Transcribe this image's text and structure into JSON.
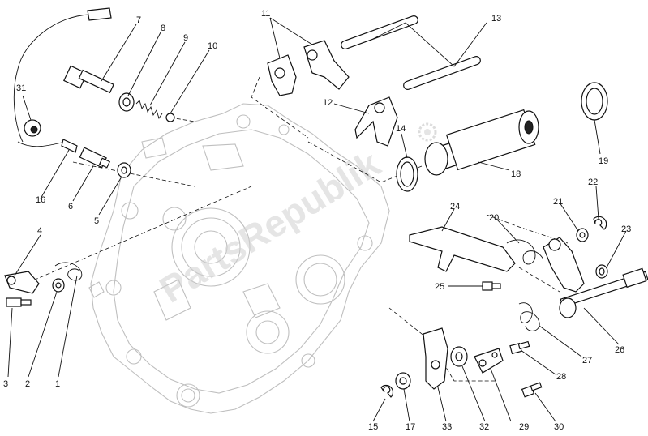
{
  "diagram": {
    "watermark": "PartsRepublik",
    "callouts": [
      {
        "id": "c1",
        "text": "1"
      },
      {
        "id": "c2",
        "text": "2"
      },
      {
        "id": "c3",
        "text": "3"
      },
      {
        "id": "c4",
        "text": "4"
      },
      {
        "id": "c5",
        "text": "5"
      },
      {
        "id": "c6",
        "text": "6"
      },
      {
        "id": "c7",
        "text": "7"
      },
      {
        "id": "c8",
        "text": "8"
      },
      {
        "id": "c9",
        "text": "9"
      },
      {
        "id": "c10",
        "text": "10"
      },
      {
        "id": "c11",
        "text": "11"
      },
      {
        "id": "c12",
        "text": "12"
      },
      {
        "id": "c13",
        "text": "13"
      },
      {
        "id": "c14",
        "text": "14"
      },
      {
        "id": "c15",
        "text": "15"
      },
      {
        "id": "c16",
        "text": "16"
      },
      {
        "id": "c17",
        "text": "17"
      },
      {
        "id": "c18",
        "text": "18"
      },
      {
        "id": "c19",
        "text": "19"
      },
      {
        "id": "c20",
        "text": "20"
      },
      {
        "id": "c21",
        "text": "21"
      },
      {
        "id": "c22",
        "text": "22"
      },
      {
        "id": "c23",
        "text": "23"
      },
      {
        "id": "c24",
        "text": "24"
      },
      {
        "id": "c25",
        "text": "25"
      },
      {
        "id": "c26",
        "text": "26"
      },
      {
        "id": "c27",
        "text": "27"
      },
      {
        "id": "c28",
        "text": "28"
      },
      {
        "id": "c29",
        "text": "29"
      },
      {
        "id": "c30",
        "text": "30"
      },
      {
        "id": "c31",
        "text": "31"
      },
      {
        "id": "c32",
        "text": "32"
      },
      {
        "id": "c33",
        "text": "33"
      }
    ]
  }
}
